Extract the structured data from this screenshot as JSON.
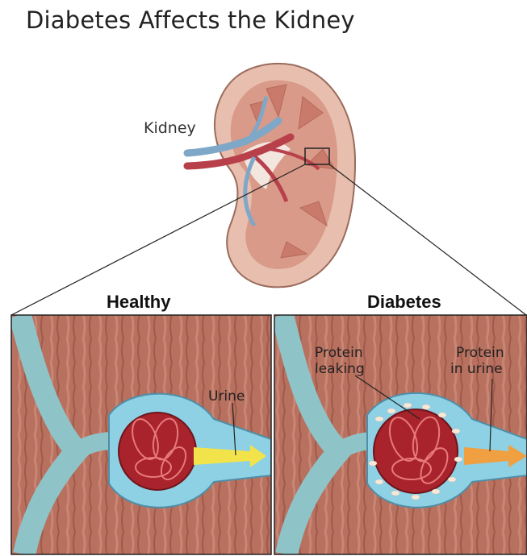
{
  "title": "Diabetes Affects the Kidney",
  "labels": {
    "kidney": "Kidney",
    "healthy": "Healthy",
    "diabetes": "Diabetes",
    "urine": "Urine",
    "protein_leaking_line1": "Protein",
    "protein_leaking_line2": "leaking",
    "protein_in_urine_line1": "Protein",
    "protein_in_urine_line2": "in urine"
  },
  "colors": {
    "kidney_tissue": "#e2b3a3",
    "artery": "#b8404b",
    "vein": "#7fa7c7",
    "muscle_bg": "#b56a5c",
    "tubule": "#8ed0e4",
    "glomerulus": "#a8232c",
    "urine_arrow": "#f2e34a",
    "protein_arrow": "#f0a040"
  }
}
